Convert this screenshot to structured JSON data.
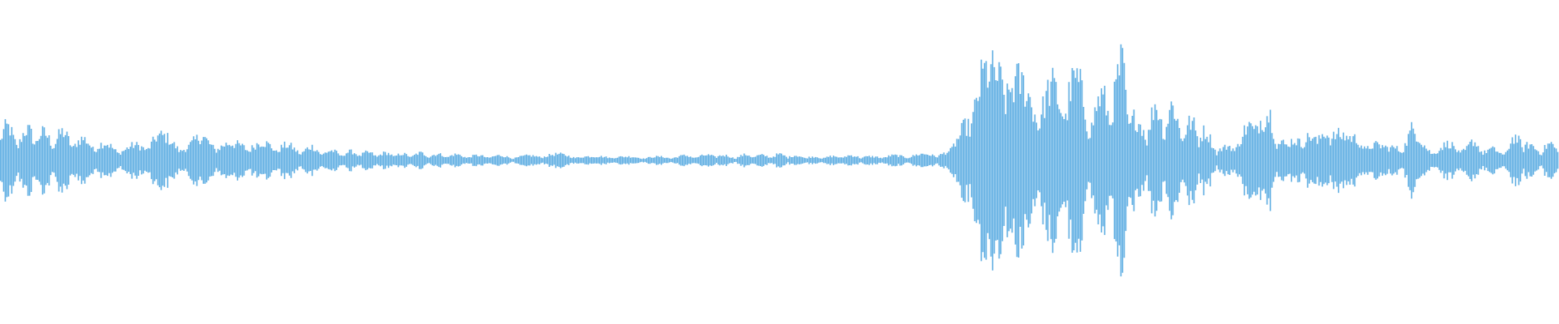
{
  "waveform": {
    "color": "#5DADE2",
    "background": "#FFFFFF",
    "envelope": [
      [
        0.0,
        0.34
      ],
      [
        0.01,
        0.2
      ],
      [
        0.02,
        0.27
      ],
      [
        0.03,
        0.21
      ],
      [
        0.04,
        0.23
      ],
      [
        0.05,
        0.18
      ],
      [
        0.06,
        0.16
      ],
      [
        0.07,
        0.13
      ],
      [
        0.08,
        0.1
      ],
      [
        0.09,
        0.14
      ],
      [
        0.1,
        0.21
      ],
      [
        0.11,
        0.18
      ],
      [
        0.12,
        0.13
      ],
      [
        0.13,
        0.2
      ],
      [
        0.14,
        0.16
      ],
      [
        0.15,
        0.13
      ],
      [
        0.16,
        0.16
      ],
      [
        0.17,
        0.14
      ],
      [
        0.18,
        0.14
      ],
      [
        0.19,
        0.1
      ],
      [
        0.2,
        0.11
      ],
      [
        0.21,
        0.08
      ],
      [
        0.22,
        0.07
      ],
      [
        0.23,
        0.07
      ],
      [
        0.24,
        0.06
      ],
      [
        0.25,
        0.06
      ],
      [
        0.26,
        0.05
      ],
      [
        0.27,
        0.06
      ],
      [
        0.28,
        0.05
      ],
      [
        0.29,
        0.05
      ],
      [
        0.3,
        0.04
      ],
      [
        0.31,
        0.04
      ],
      [
        0.32,
        0.04
      ],
      [
        0.33,
        0.03
      ],
      [
        0.34,
        0.04
      ],
      [
        0.35,
        0.05
      ],
      [
        0.36,
        0.05
      ],
      [
        0.37,
        0.04
      ],
      [
        0.38,
        0.03
      ],
      [
        0.39,
        0.04
      ],
      [
        0.4,
        0.03
      ],
      [
        0.41,
        0.03
      ],
      [
        0.42,
        0.03
      ],
      [
        0.43,
        0.03
      ],
      [
        0.44,
        0.04
      ],
      [
        0.45,
        0.04
      ],
      [
        0.46,
        0.05
      ],
      [
        0.47,
        0.03
      ],
      [
        0.48,
        0.05
      ],
      [
        0.49,
        0.04
      ],
      [
        0.5,
        0.05
      ],
      [
        0.51,
        0.04
      ],
      [
        0.52,
        0.03
      ],
      [
        0.53,
        0.03
      ],
      [
        0.54,
        0.04
      ],
      [
        0.55,
        0.04
      ],
      [
        0.56,
        0.03
      ],
      [
        0.57,
        0.04
      ],
      [
        0.58,
        0.04
      ],
      [
        0.59,
        0.05
      ],
      [
        0.6,
        0.06
      ],
      [
        0.61,
        0.08
      ],
      [
        0.615,
        0.2
      ],
      [
        0.62,
        0.45
      ],
      [
        0.625,
        0.62
      ],
      [
        0.63,
        0.74
      ],
      [
        0.635,
        0.7
      ],
      [
        0.64,
        0.82
      ],
      [
        0.645,
        1.0
      ],
      [
        0.65,
        0.74
      ],
      [
        0.655,
        0.62
      ],
      [
        0.66,
        0.56
      ],
      [
        0.665,
        0.58
      ],
      [
        0.67,
        0.58
      ],
      [
        0.675,
        0.6
      ],
      [
        0.68,
        0.54
      ],
      [
        0.685,
        0.76
      ],
      [
        0.69,
        0.66
      ],
      [
        0.695,
        0.56
      ],
      [
        0.7,
        0.4
      ],
      [
        0.705,
        0.5
      ],
      [
        0.71,
        0.6
      ],
      [
        0.715,
        0.62
      ],
      [
        0.72,
        0.82
      ],
      [
        0.725,
        0.46
      ],
      [
        0.73,
        0.3
      ],
      [
        0.735,
        0.32
      ],
      [
        0.74,
        0.46
      ],
      [
        0.745,
        0.4
      ],
      [
        0.75,
        0.46
      ],
      [
        0.755,
        0.4
      ],
      [
        0.76,
        0.28
      ],
      [
        0.765,
        0.32
      ],
      [
        0.77,
        0.3
      ],
      [
        0.775,
        0.2
      ],
      [
        0.78,
        0.12
      ],
      [
        0.785,
        0.1
      ],
      [
        0.79,
        0.14
      ],
      [
        0.795,
        0.18
      ],
      [
        0.8,
        0.28
      ],
      [
        0.805,
        0.46
      ],
      [
        0.81,
        0.32
      ],
      [
        0.815,
        0.42
      ],
      [
        0.82,
        0.22
      ],
      [
        0.825,
        0.12
      ],
      [
        0.83,
        0.18
      ],
      [
        0.835,
        0.26
      ],
      [
        0.84,
        0.22
      ],
      [
        0.845,
        0.14
      ],
      [
        0.85,
        0.3
      ],
      [
        0.855,
        0.34
      ],
      [
        0.86,
        0.22
      ],
      [
        0.865,
        0.18
      ],
      [
        0.87,
        0.2
      ],
      [
        0.875,
        0.18
      ],
      [
        0.88,
        0.16
      ],
      [
        0.885,
        0.12
      ],
      [
        0.89,
        0.1
      ],
      [
        0.895,
        0.14
      ],
      [
        0.9,
        0.16
      ],
      [
        0.905,
        0.28
      ],
      [
        0.91,
        0.18
      ],
      [
        0.915,
        0.12
      ],
      [
        0.92,
        0.1
      ],
      [
        0.925,
        0.12
      ],
      [
        0.93,
        0.14
      ],
      [
        0.935,
        0.12
      ],
      [
        0.94,
        0.1
      ],
      [
        0.945,
        0.16
      ],
      [
        0.95,
        0.12
      ],
      [
        0.955,
        0.1
      ],
      [
        0.96,
        0.08
      ],
      [
        0.965,
        0.08
      ],
      [
        0.97,
        0.18
      ],
      [
        0.975,
        0.2
      ],
      [
        0.98,
        0.14
      ],
      [
        0.985,
        0.1
      ],
      [
        0.99,
        0.12
      ],
      [
        0.995,
        0.14
      ],
      [
        1.0,
        0.12
      ]
    ]
  }
}
